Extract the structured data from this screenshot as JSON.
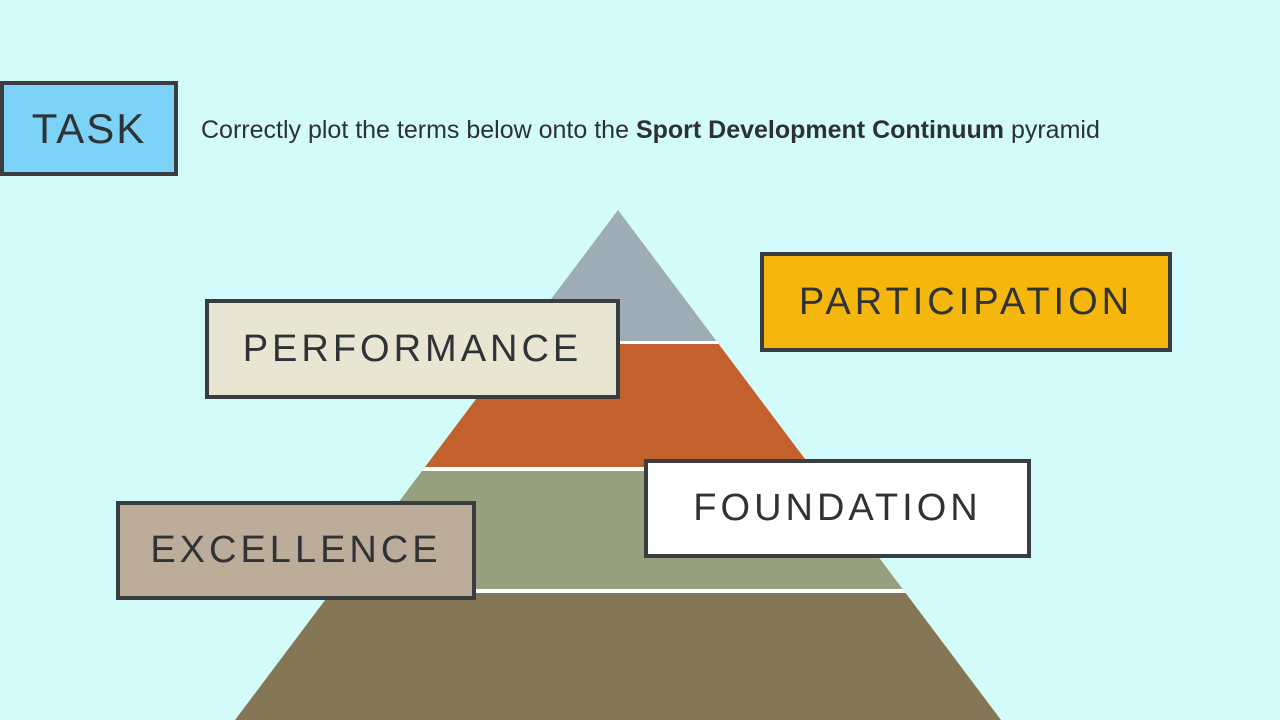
{
  "slide": {
    "task_label": "TASK",
    "instruction": {
      "prefix": "Correctly plot the terms below onto the ",
      "emphasis": "Sport Development Continuum",
      "suffix": " pyramid"
    }
  },
  "pyramid": {
    "tiers": [
      {
        "name": "tier-1-top",
        "color": "#9dacb5"
      },
      {
        "name": "tier-2",
        "color": "#c2612d"
      },
      {
        "name": "tier-3",
        "color": "#96a07e"
      },
      {
        "name": "tier-4-base",
        "color": "#857755"
      }
    ],
    "divider_color": "#ffffff"
  },
  "terms": {
    "performance": {
      "label": "PERFORMANCE",
      "fill": "#e9e5d3"
    },
    "participation": {
      "label": "PARTICIPATION",
      "fill": "#f5b60e"
    },
    "foundation": {
      "label": "FOUNDATION",
      "fill": "#ffffff"
    },
    "excellence": {
      "label": "EXCELLENCE",
      "fill": "#bbad9a"
    }
  },
  "colors": {
    "background": "#d2fbfa",
    "task_fill": "#7dd2f8",
    "border_dark": "#3a3e40",
    "text": "#2e3336"
  }
}
